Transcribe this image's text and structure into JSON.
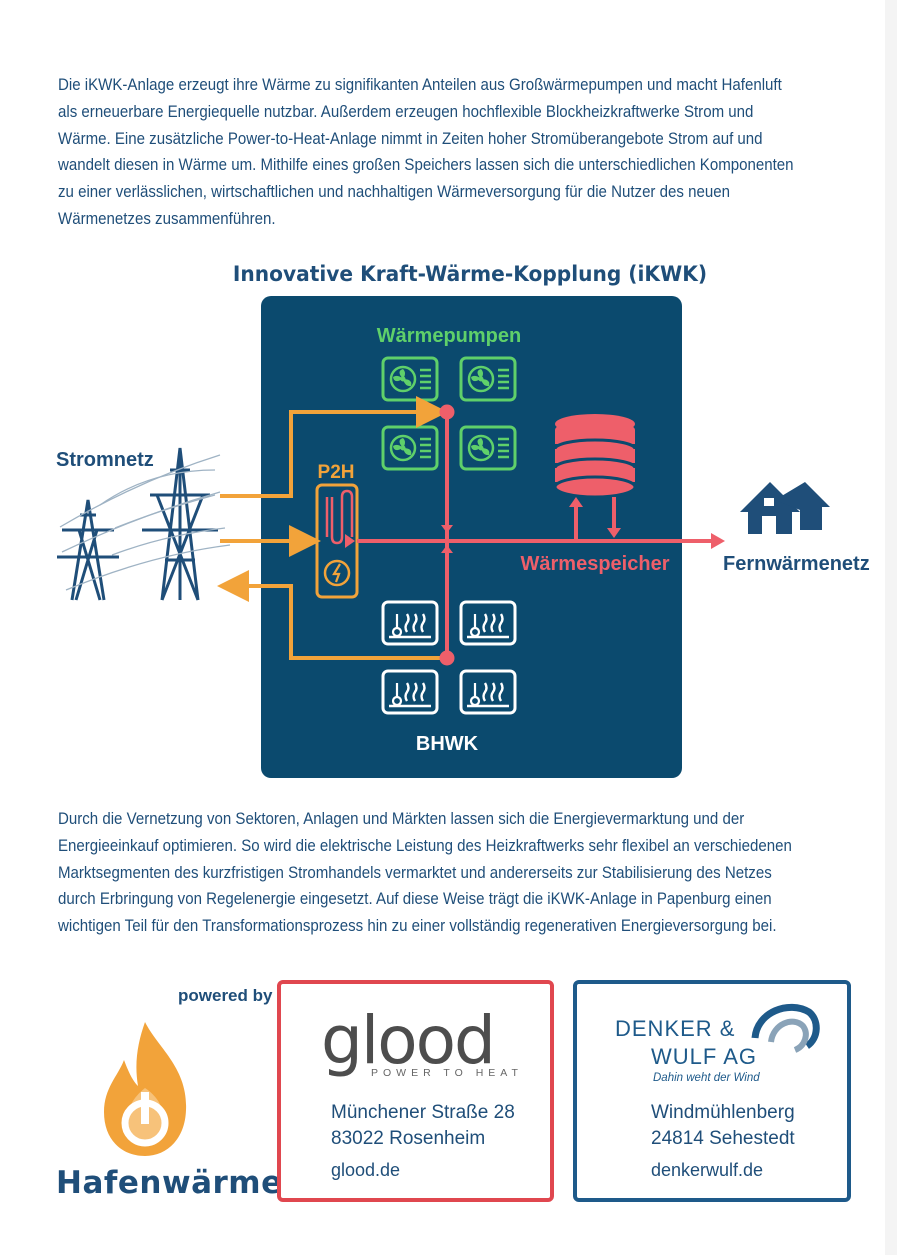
{
  "intro_text": "Die iKWK-Anlage erzeugt ihre Wärme zu signifikanten Anteilen aus Großwärmepumpen und macht Hafenluft als erneuerbare Energiequelle nutzbar. Außerdem erzeugen hochflexible Blockheizkraftwerke Strom und Wärme. Eine zusätzliche Power-to-Heat-Anlage nimmt in Zeiten hoher Stromüberangebote Strom auf und wandelt diesen in Wärme um. Mithilfe eines großen Speichers lassen sich die unterschiedlichen Komponenten zu einer verlässlichen, wirtschaftlichen und nachhaltigen Wärmeversorgung für die Nutzer des neuen Wärmenetzes zusammenführen.",
  "diagram": {
    "title": "Innovative Kraft-Wärme-Kopplung (iKWK)",
    "labels": {
      "heat_pumps": "Wärmepumpen",
      "grid": "Stromnetz",
      "p2h": "P2H",
      "storage": "Wärmespeicher",
      "district_heating": "Fernwärmenetz",
      "chp": "BHWK"
    },
    "colors": {
      "panel": "#0b4a6e",
      "power_line": "#f2a33a",
      "heat_line": "#ee5f6a",
      "heat_pump": "#5fd06a",
      "text_dark": "#1f4e79"
    },
    "icons": [
      "power-tower-icon",
      "heat-pump-icon",
      "heating-rod-icon",
      "storage-tank-icon",
      "house-icon",
      "chp-unit-icon"
    ]
  },
  "outro_text": "Durch die Vernetzung von Sektoren, Anlagen und Märkten lassen sich die Energievermarktung und der Energieeinkauf optimieren. So wird die elektrische Leistung des Heizkraftwerks sehr flexibel an verschiedenen Marktsegmenten des kurzfristigen Stromhandels vermarktet und andererseits zur Stabilisierung des Netzes durch Erbringung von Regelenergie eingesetzt. Auf diese Weise trägt die iKWK-Anlage in Papenburg einen wichtigen Teil für den Transformationsprozess hin zu einer vollständig regenerativen Energieversorgung bei.",
  "footer": {
    "powered_by": "powered by",
    "brand": "Hafenwärme",
    "glood": {
      "logo_text": "glood",
      "tagline": "POWER TO HEAT",
      "street": "Münchener Straße 28",
      "city": "83022 Rosenheim",
      "web": "glood.de"
    },
    "denker_wulf": {
      "name_line1": "DENKER &",
      "name_line2": "WULF AG",
      "slogan": "Dahin weht der Wind",
      "street": "Windmühlenberg",
      "city": "24814 Sehestedt",
      "web": "denkerwulf.de"
    }
  }
}
